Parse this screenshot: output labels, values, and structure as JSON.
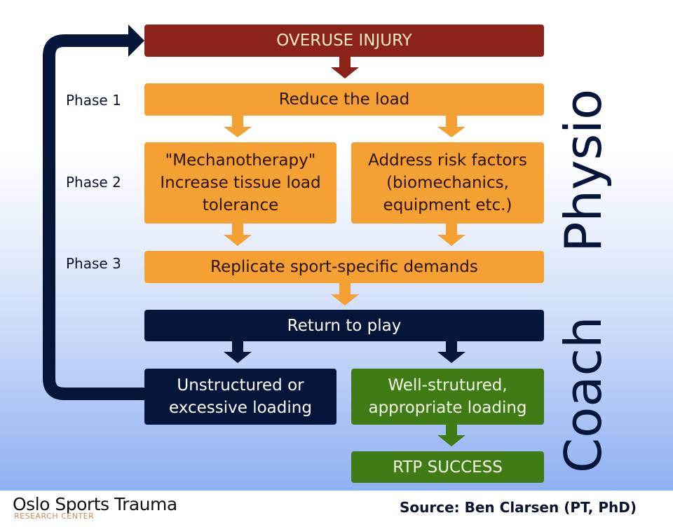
{
  "title_box": "OVERUSE INJURY",
  "phases": [
    "Phase 1",
    "Phase 2",
    "Phase 3"
  ],
  "boxes": {
    "reduce_load": "Reduce the load",
    "mechanotherapy": [
      "\"Mechanotherapy\"",
      "Increase tissue load",
      "tolerance"
    ],
    "risk_factors": [
      "Address risk factors",
      "(biomechanics,",
      "equipment etc.)"
    ],
    "replicate": "Replicate sport-specific demands",
    "return_to_play": "Return to play",
    "unstructured": [
      "Unstructured or",
      "excessive loading"
    ],
    "well_structured": [
      "Well-strutured,",
      "appropriate loading"
    ],
    "rtp_success": "RTP SUCCESS"
  },
  "side_labels": {
    "physio": "Physio",
    "coach": "Coach"
  },
  "footer": {
    "logo_main": "Oslo Sports Trauma",
    "logo_sub": "RESEARCH CENTER",
    "source": "Source: Ben Clarsen (PT, PhD)"
  },
  "colors": {
    "injury": "#8b2318",
    "physio_orange": "#f4a032",
    "coach_navy": "#06153a",
    "success_green": "#3f7c15"
  }
}
